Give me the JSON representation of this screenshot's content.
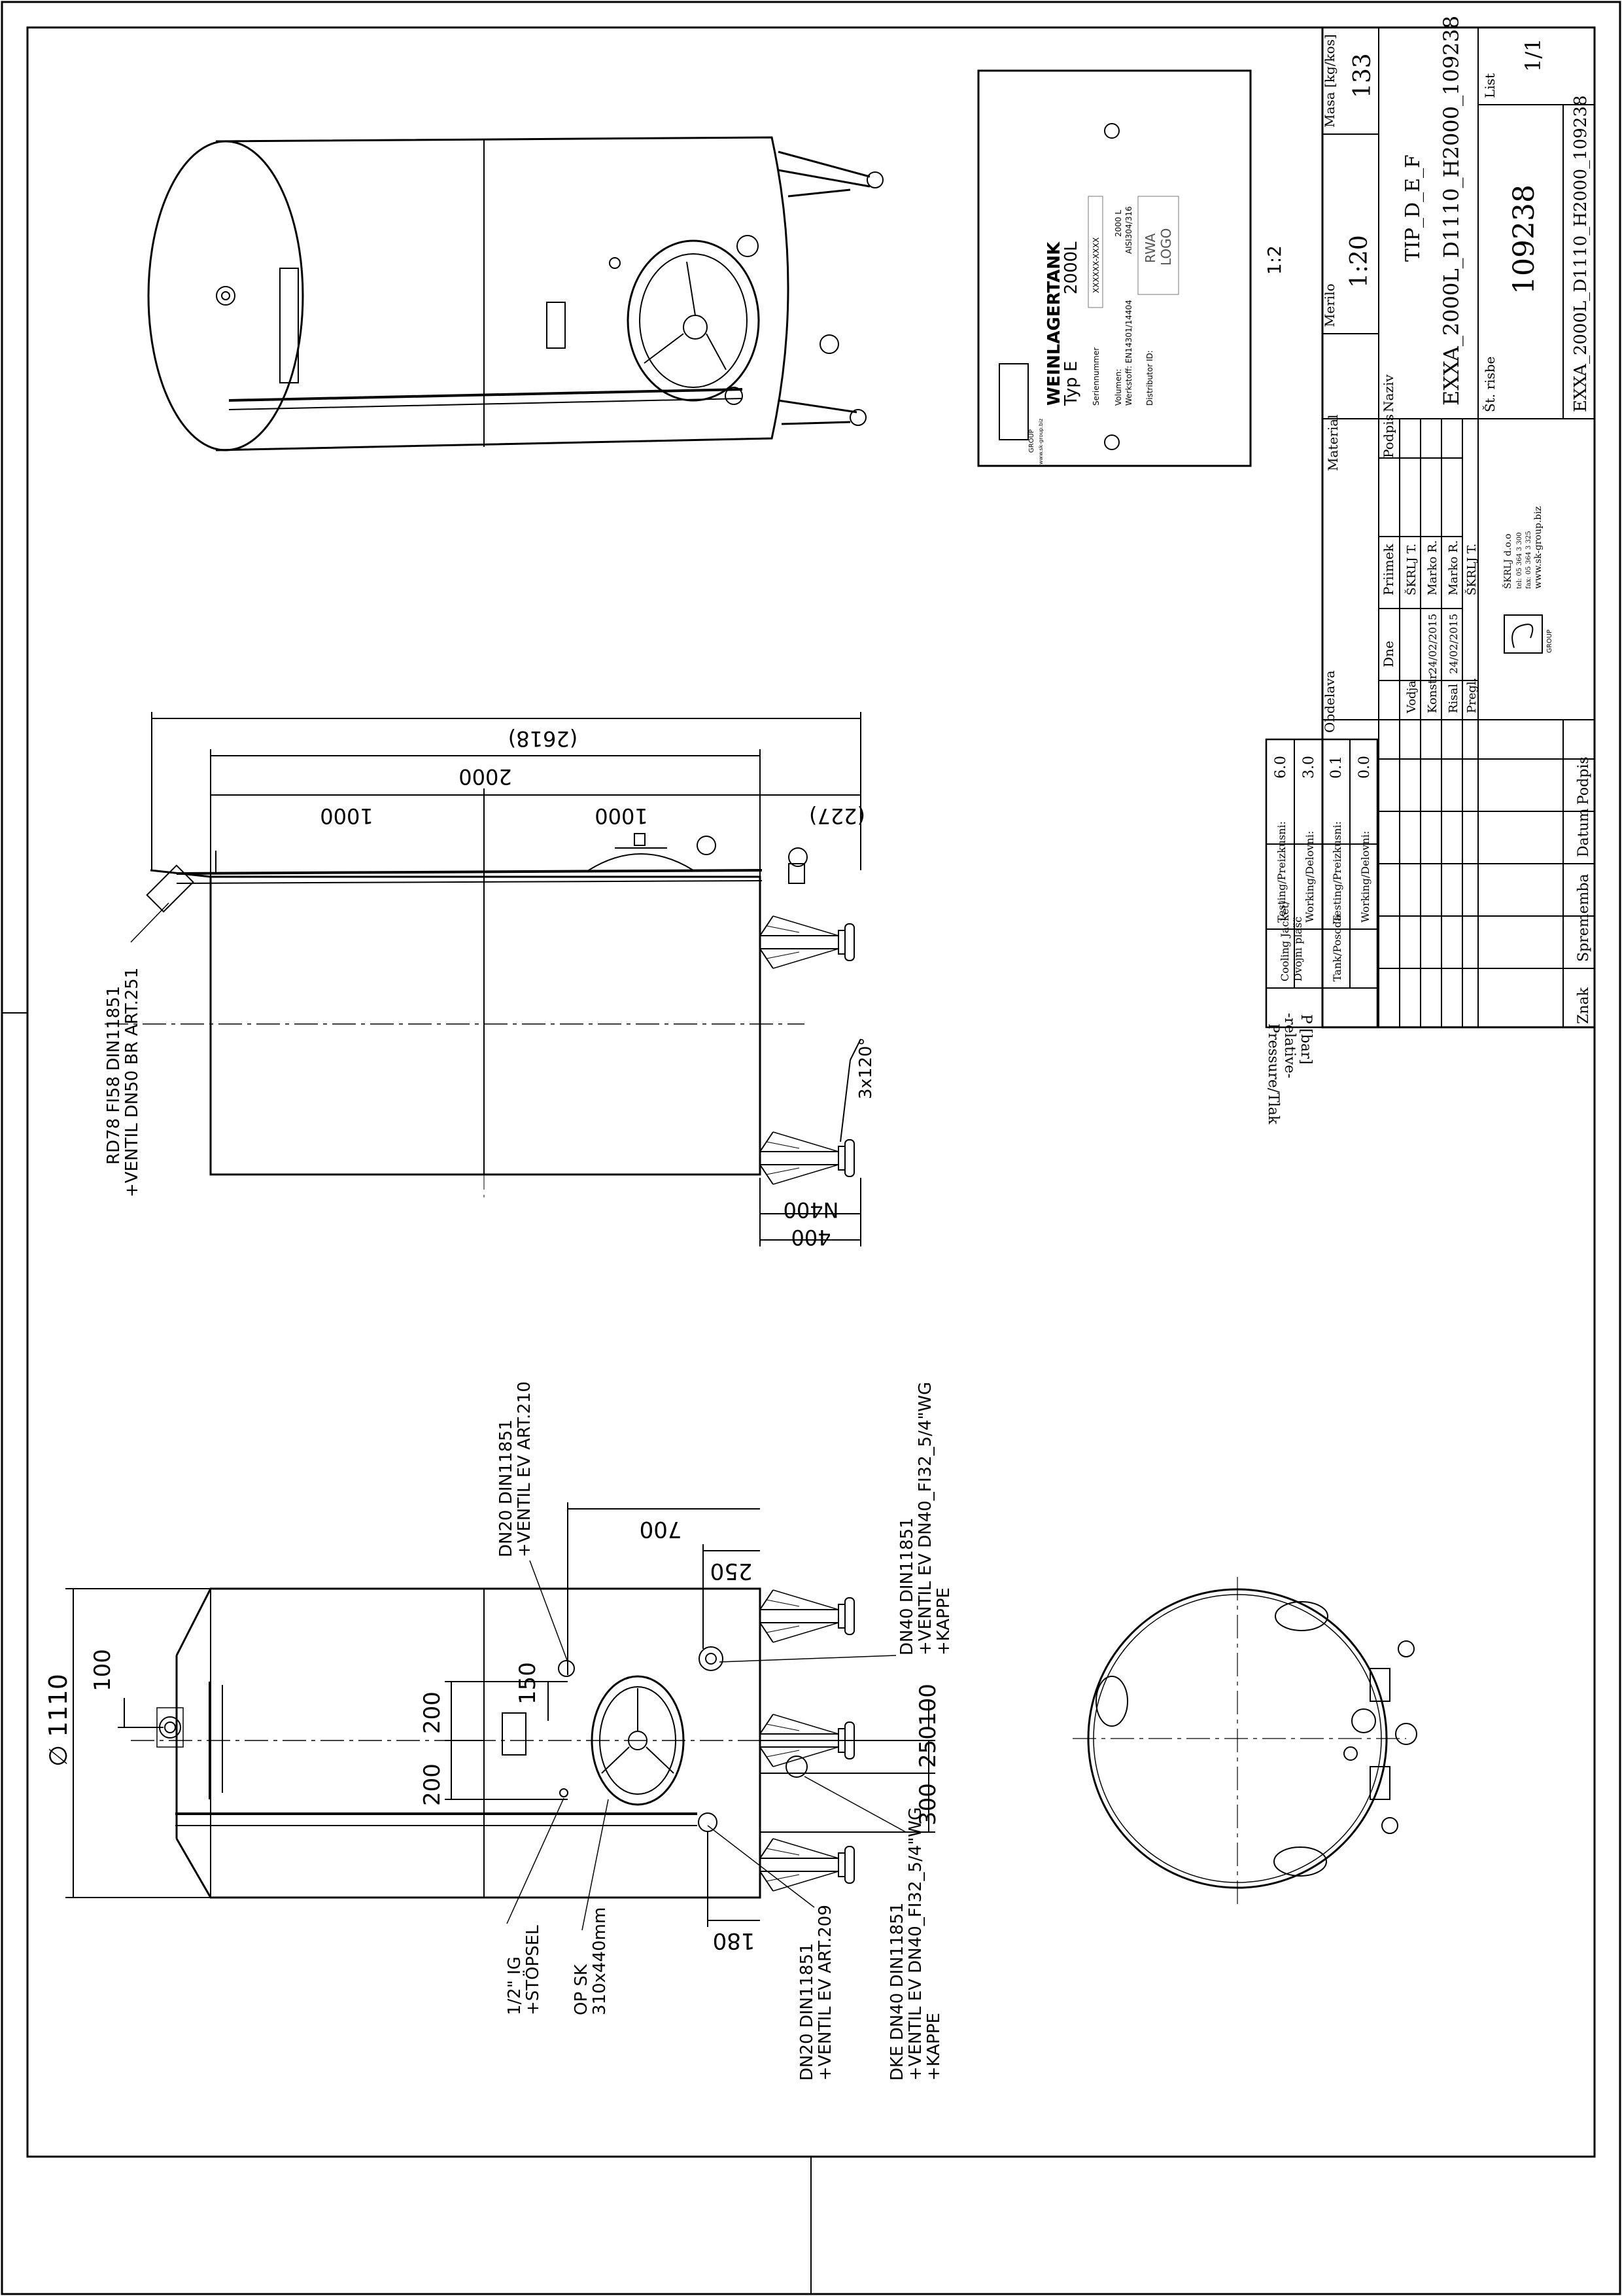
{
  "scale_label": "1:2",
  "nameplate": {
    "title1": "WEINLAGERTANK",
    "title2": "Typ E",
    "volume_header": "2000L",
    "serial_label": "Seriennummer",
    "serial_value": "XXXXXX-XXXX",
    "volume_label": "Volumen:",
    "volume_value": "2000 L",
    "material_label": "Werkstoff: EN14301/14404",
    "material_value": "AISI304/316",
    "distributor_label": "Distributor ID:",
    "logo_line1": "RWA",
    "logo_line2": "LOGO",
    "brand_small": "GROUP",
    "brand_url": "www.sk-group.biz"
  },
  "dimensions": {
    "overall_length": "(2618)",
    "cylinder_length": "2000",
    "half_left": "1000",
    "half_right": "1000",
    "cone_height": "(227)",
    "leg_height_1": "400",
    "leg_height_2": "N400",
    "leg_angle": "3x120°",
    "diameter": "∅ 1110",
    "d100_top": "100",
    "d200_a": "200",
    "d200_b": "200",
    "d150": "150",
    "d700": "700",
    "d250_top": "250",
    "d100_side": "100",
    "d250_side": "250",
    "d300": "300",
    "d180": "180"
  },
  "callouts": {
    "rd78_1": "RD78 FI58 DIN11851",
    "rd78_2": "+VENTIL DN50 BR ART.251",
    "dn20_top_1": "DN20 DIN11851",
    "dn20_top_2": "+VENTIL EV ART.210",
    "dn40_1": "DN40 DIN11851",
    "dn40_2": "+VENTIL EV DN40_FI32_5/4\"WG",
    "dn40_3": "+KAPPE",
    "ig_1": "1/2\" IG",
    "ig_2": "+STÖPSEL",
    "op_1": "OP SK",
    "op_2": "310x440mm",
    "dn20_bot_1": "DN20 DIN11851",
    "dn20_bot_2": "+VENTIL EV ART.209",
    "dke_1": "DKE DN40 DIN11851",
    "dke_2": "+VENTIL EV DN40_FI32_5/4\"WG",
    "dke_3": "+KAPPE"
  },
  "pressure": {
    "header1": "Pressure/Tlak",
    "header2": "-relative-",
    "header3": "P [bar]",
    "cooling1": "Cooling Jacket/",
    "cooling2": "Dvojni plašč",
    "tank": "Tank/Posoda",
    "testing": "Testing/Preizkusni:",
    "working": "Working/Delovni:",
    "v_cool_test": "6.0",
    "v_cool_work": "3.0",
    "v_tank_test": "0.1",
    "v_tank_work": "0.0"
  },
  "titleblock": {
    "material_label": "Material",
    "merilo_label": "Merilo",
    "merilo_value": "1:20",
    "masa_label": "Masa [kg/kos]",
    "masa_value": "133",
    "obdelava": "Obdelava",
    "dne": "Dne",
    "priimek": "Priimek",
    "podpis": "Podpis",
    "vodja": "Vodja",
    "vodja_name": "ŠKRLJ T.",
    "konstr": "Konstr.",
    "konstr_date": "24/02/2015",
    "konstr_name": "Marko R.",
    "risal": "Risal",
    "risal_date": "24/02/2015",
    "risal_name": "Marko R.",
    "pregl": "Pregl.",
    "pregl_name": "ŠKRLJ T.",
    "naziv_label": "Naziv",
    "naziv1": "TIP_D_E_F",
    "naziv2": "EXXA_2000L_D1110_H2000_109238",
    "st_risbe_label": "Št. risbe",
    "st_risbe_value": "109238",
    "list_label": "List",
    "list_value": "1/1",
    "file_name": "EXXA_2000L_D1110_H2000_109238",
    "znak": "Znak",
    "sprememba": "Sprememba",
    "datum": "Datum",
    "podpis2": "Podpis",
    "company1": "ŠKRLJ d.o.o",
    "company2": "tel: 05 364 3 300",
    "company3": "fax: 05 364 3 325",
    "company4": "www.sk-group.biz",
    "logo_group": "GROUP"
  }
}
